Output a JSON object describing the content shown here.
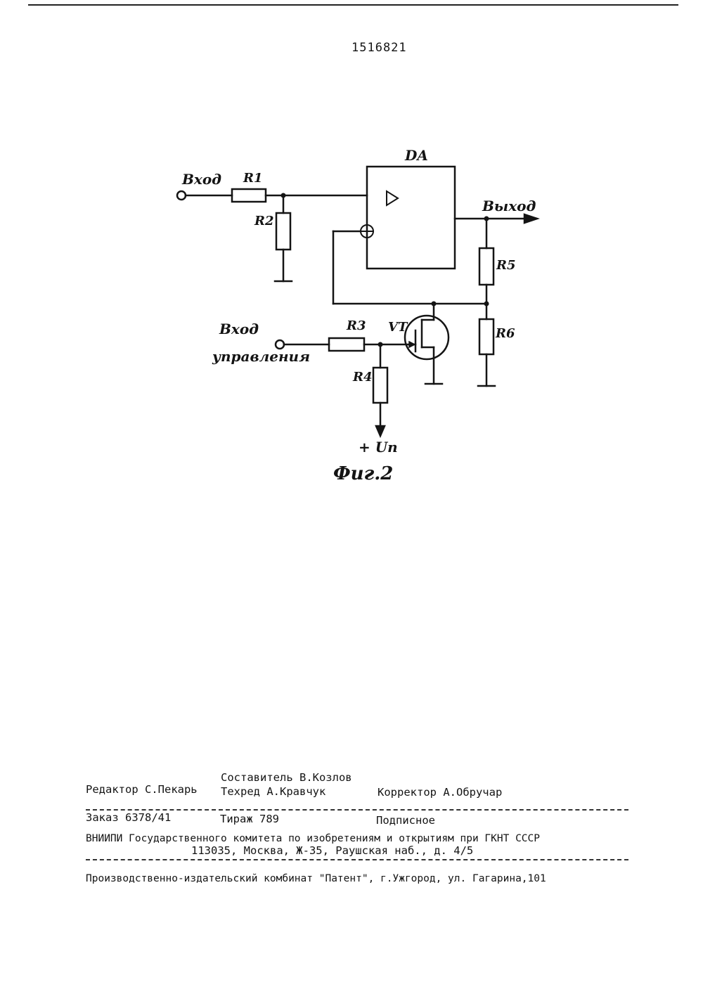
{
  "header": {
    "patent_number": "1516821"
  },
  "figure": {
    "caption": "Фиг.2",
    "labels": {
      "input": "Вход",
      "output": "Выход",
      "control_input_line1": "Вход",
      "control_input_line2": "управления",
      "amplifier": "DA",
      "transistor": "VT",
      "supply": "+ Uп",
      "r1": "R1",
      "r2": "R2",
      "r3": "R3",
      "r4": "R4",
      "r5": "R5",
      "r6": "R6"
    }
  },
  "imprint": {
    "compiler": "Составитель В.Козлов",
    "editor": "Редактор С.Пекарь",
    "techred": "Техред А.Кравчук",
    "corrector": "Корректор А.Обручар",
    "order": "Заказ 6378/41",
    "circulation": "Тираж 789",
    "subscription": "Подписное",
    "institute": "ВНИИПИ Государственного комитета по изобретениям и открытиям при ГКНТ СССР",
    "address": "113035, Москва, Ж-35, Раушская наб., д. 4/5",
    "publisher": "Производственно-издательский комбинат \"Патент\", г.Ужгород, ул. Гагарина,101"
  }
}
